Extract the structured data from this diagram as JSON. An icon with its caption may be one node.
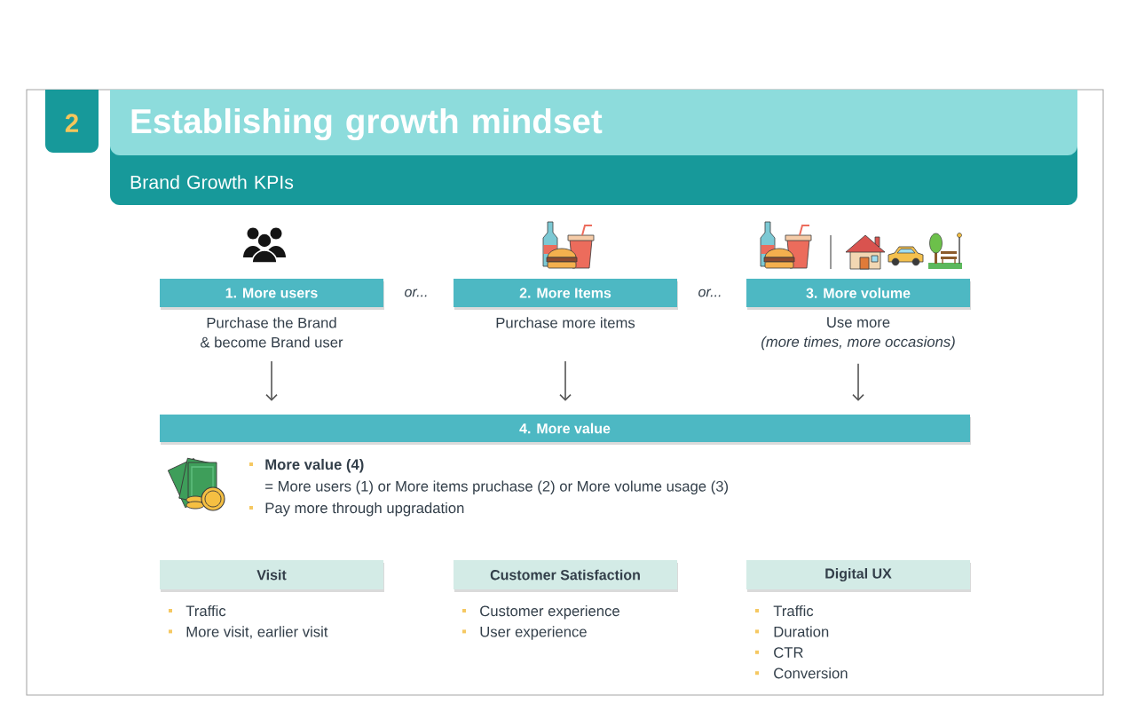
{
  "diagram": {
    "nodes": [
      {
        "text": [
          "2"
        ]
      },
      {
        "text": [
          "Establishing growth mindset"
        ]
      },
      {
        "text": [
          "Brand Growth KPIs"
        ]
      },
      {
        "text": [
          "1. More users"
        ]
      },
      {
        "text": [
          "Purchase the Brand & become Brand user"
        ]
      },
      {
        "text": [
          "2. More Items"
        ]
      },
      {
        "text": [
          "Purchase more items"
        ]
      },
      {
        "text": [
          "3. More volume"
        ]
      },
      {
        "text": [
          "Use more",
          "(more times, more occasions)"
        ]
      },
      {
        "text": [
          "4. More value"
        ],
        "beside": [
          "More value (4)",
          "= More users (1) or More items pruchase (2) or More volume usage (3)",
          "Pay more through upgradation"
        ]
      },
      {
        "text": [
          "Visit"
        ],
        "beside": [
          "Traffic",
          "More visit, earlier visit"
        ]
      },
      {
        "text": [
          "Customer Satisfaction"
        ],
        "beside": [
          "Customer experience",
          "User experience"
        ]
      },
      {
        "text": [
          "Digital UX"
        ],
        "beside": [
          "Traffic",
          "Duration",
          "CTR",
          "Conversion"
        ]
      }
    ],
    "edges": [
      {
        "from": 4,
        "to": 9,
        "arrow": "to"
      },
      {
        "from": 6,
        "to": 9,
        "arrow": "to"
      },
      {
        "from": 8,
        "to": 9,
        "arrow": "to"
      }
    ],
    "labels": [
      "or...",
      "or..."
    ]
  }
}
